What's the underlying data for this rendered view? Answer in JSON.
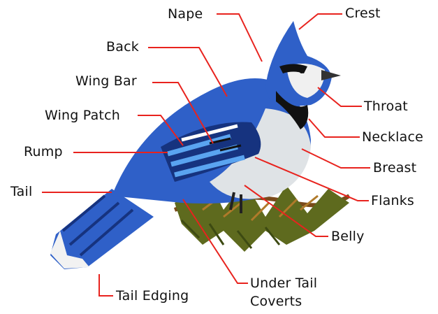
{
  "colors": {
    "leader": "#e8231e",
    "blue_dark": "#16337f",
    "blue_mid": "#2f60c8",
    "blue_light": "#5aa4f0",
    "breast": "#dfe3e6",
    "black": "#111111",
    "branch": "#5e6a1e",
    "branch_light": "#b07a2a"
  },
  "labels": {
    "crest": "Crest",
    "nape": "Nape",
    "back": "Back",
    "wing_bar": "Wing Bar",
    "wing_patch": "Wing Patch",
    "rump": "Rump",
    "tail": "Tail",
    "tail_edging": "Tail Edging",
    "under_tail_coverts_line1": "Under Tail",
    "under_tail_coverts_line2": "Coverts",
    "belly": "Belly",
    "flanks": "Flanks",
    "breast": "Breast",
    "necklace": "Necklace",
    "throat": "Throat"
  }
}
